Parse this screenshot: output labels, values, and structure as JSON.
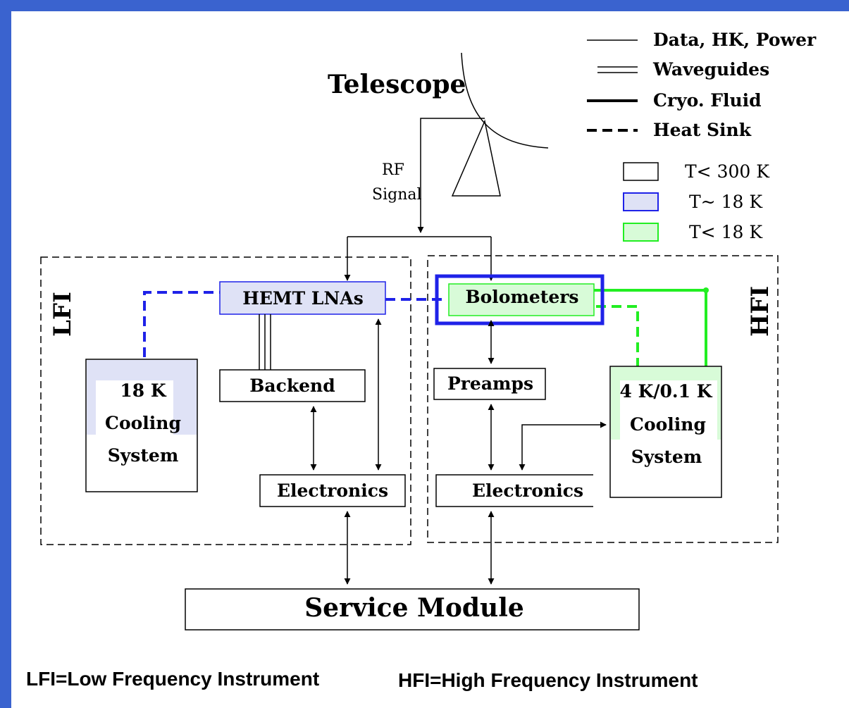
{
  "telescope": {
    "label": "Telescope"
  },
  "rf_signal": {
    "line1": "RF",
    "line2": "Signal"
  },
  "legend": {
    "lines": [
      {
        "label": "Data, HK, Power",
        "style": "thin"
      },
      {
        "label": "Waveguides",
        "style": "double"
      },
      {
        "label": "Cryo. Fluid",
        "style": "thick"
      },
      {
        "label": "Heat Sink",
        "style": "dashed"
      }
    ],
    "temps": [
      {
        "label": "T< 300 K",
        "color": "#ffffff"
      },
      {
        "label": "T~ 18 K",
        "color": "#dfe2f6"
      },
      {
        "label": "T< 18 K",
        "color": "#d8fbd8"
      }
    ]
  },
  "lfi": {
    "label": "LFI",
    "hemt_lnas": "HEMT LNAs",
    "backend": "Backend",
    "electronics": "Electronics",
    "cooling": {
      "line1": "18 K",
      "line2": "Cooling",
      "line3": "System"
    }
  },
  "hfi": {
    "label": "HFI",
    "bolometers": "Bolometers",
    "preamps": "Preamps",
    "electronics": "Electronics",
    "cooling": {
      "line1": "4 K/0.1 K",
      "line2": "Cooling",
      "line3": "System"
    }
  },
  "service_module": "Service Module",
  "footer": {
    "lfi_def": "LFI=Low Frequency Instrument",
    "hfi_def": "HFI=High Frequency Instrument"
  },
  "colors": {
    "frame": "#3a63cf",
    "heat_sink_lfi": "#1f22e8",
    "cryo_green": "#22ee22",
    "bolometer_outline": "#1f22e8",
    "hemt_fill": "#dfe2f6",
    "green_fill": "#d8fbd8"
  }
}
